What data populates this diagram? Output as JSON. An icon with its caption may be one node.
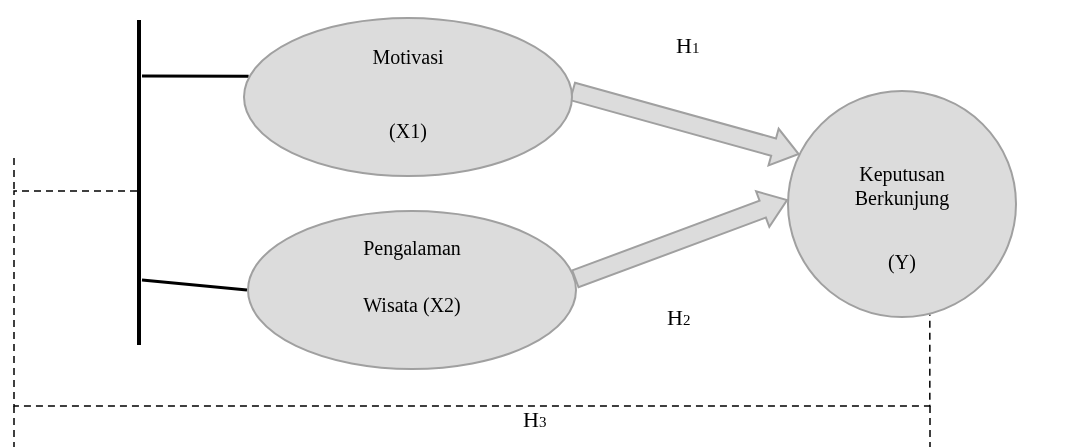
{
  "diagram": {
    "nodes": [
      {
        "text": [
          "Motivasi",
          "(X1)"
        ]
      },
      {
        "text": [
          "Pengalaman",
          "Wisata (X2)"
        ]
      },
      {
        "text": [
          "Keputusan Berkunjung",
          "(Y)"
        ]
      },
      {
        "text": [],
        "shape": "bar"
      }
    ],
    "edges": [
      {
        "from": 0,
        "to": 2,
        "arrow": "to",
        "label": "H$_{1}$"
      },
      {
        "from": 1,
        "to": 2,
        "arrow": "to",
        "label": "H$_{2}$"
      },
      {
        "from": 3,
        "to": 0,
        "arrow": "none"
      },
      {
        "from": 3,
        "to": 1,
        "arrow": "none"
      },
      {
        "from": 3,
        "to": 2,
        "arrow": "none",
        "style": "dashed",
        "label": "H$_{3}$"
      }
    ]
  }
}
